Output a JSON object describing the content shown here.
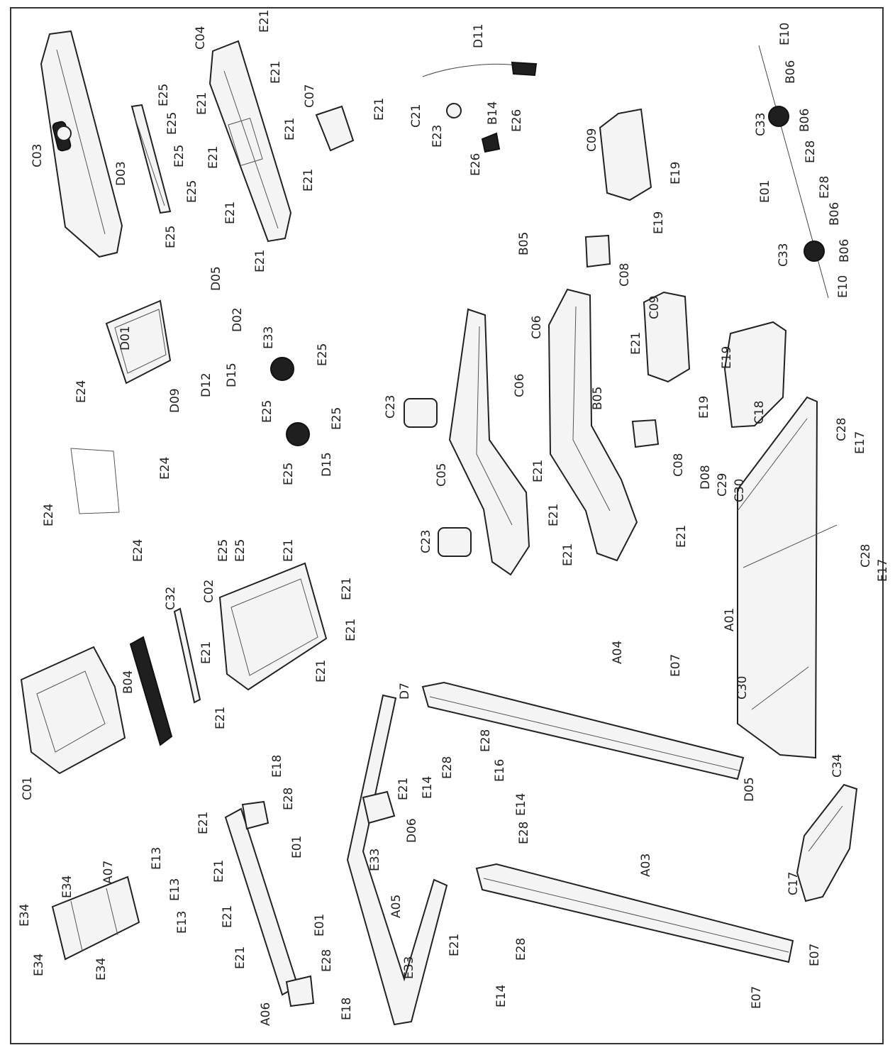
{
  "diagram": {
    "labels": [
      {
        "id": "C03",
        "t": "C03"
      },
      {
        "id": "D03",
        "t": "D03"
      },
      {
        "id": "E25a",
        "t": "E25"
      },
      {
        "id": "E25b",
        "t": "E25"
      },
      {
        "id": "E25c",
        "t": "E25"
      },
      {
        "id": "E25d",
        "t": "E25"
      },
      {
        "id": "E25e",
        "t": "E25"
      },
      {
        "id": "C04",
        "t": "C04"
      },
      {
        "id": "E21a",
        "t": "E21"
      },
      {
        "id": "E21b",
        "t": "E21"
      },
      {
        "id": "E21c",
        "t": "E21"
      },
      {
        "id": "E21d",
        "t": "E21"
      },
      {
        "id": "E21e",
        "t": "E21"
      },
      {
        "id": "E21f",
        "t": "E21"
      },
      {
        "id": "E21g",
        "t": "E21"
      },
      {
        "id": "C07",
        "t": "C07"
      },
      {
        "id": "E21h",
        "t": "E21"
      },
      {
        "id": "D11",
        "t": "D11"
      },
      {
        "id": "C21",
        "t": "C21"
      },
      {
        "id": "B14",
        "t": "B14"
      },
      {
        "id": "E23",
        "t": "E23"
      },
      {
        "id": "E26a",
        "t": "E26"
      },
      {
        "id": "E26b",
        "t": "E26"
      },
      {
        "id": "C09a",
        "t": "C09"
      },
      {
        "id": "E19a",
        "t": "E19"
      },
      {
        "id": "E19b",
        "t": "E19"
      },
      {
        "id": "E10a",
        "t": "E10"
      },
      {
        "id": "B06a",
        "t": "B06"
      },
      {
        "id": "C33a",
        "t": "C33"
      },
      {
        "id": "B06b",
        "t": "B06"
      },
      {
        "id": "E28a",
        "t": "E28"
      },
      {
        "id": "E28b",
        "t": "E28"
      },
      {
        "id": "E01a",
        "t": "E01"
      },
      {
        "id": "B06c",
        "t": "B06"
      },
      {
        "id": "C33b",
        "t": "C33"
      },
      {
        "id": "B06d",
        "t": "B06"
      },
      {
        "id": "E10b",
        "t": "E10"
      },
      {
        "id": "B05a",
        "t": "B05"
      },
      {
        "id": "C08a",
        "t": "C08"
      },
      {
        "id": "D05a",
        "t": "D05"
      },
      {
        "id": "D02",
        "t": "D02"
      },
      {
        "id": "D01",
        "t": "D01"
      },
      {
        "id": "D12",
        "t": "D12"
      },
      {
        "id": "D09",
        "t": "D09"
      },
      {
        "id": "E33a",
        "t": "E33"
      },
      {
        "id": "E25f",
        "t": "E25"
      },
      {
        "id": "D15a",
        "t": "D15"
      },
      {
        "id": "E25g",
        "t": "E25"
      },
      {
        "id": "E25h",
        "t": "E25"
      },
      {
        "id": "E25i",
        "t": "E25"
      },
      {
        "id": "D15b",
        "t": "D15"
      },
      {
        "id": "E24a",
        "t": "E24"
      },
      {
        "id": "E24b",
        "t": "E24"
      },
      {
        "id": "E24c",
        "t": "E24"
      },
      {
        "id": "E24d",
        "t": "E24"
      },
      {
        "id": "C06a",
        "t": "C06"
      },
      {
        "id": "C06b",
        "t": "C06"
      },
      {
        "id": "E21i",
        "t": "E21"
      },
      {
        "id": "C09b",
        "t": "C09"
      },
      {
        "id": "E19c",
        "t": "E19"
      },
      {
        "id": "E19d",
        "t": "E19"
      },
      {
        "id": "C18",
        "t": "C18"
      },
      {
        "id": "B05b",
        "t": "B05"
      },
      {
        "id": "C23a",
        "t": "C23"
      },
      {
        "id": "C05",
        "t": "C05"
      },
      {
        "id": "C23b",
        "t": "C23"
      },
      {
        "id": "E21j",
        "t": "E21"
      },
      {
        "id": "E21k",
        "t": "E21"
      },
      {
        "id": "E21l",
        "t": "E21"
      },
      {
        "id": "E21m",
        "t": "E21"
      },
      {
        "id": "C08b",
        "t": "C08"
      },
      {
        "id": "D08",
        "t": "D08"
      },
      {
        "id": "C29",
        "t": "C29"
      },
      {
        "id": "C30a",
        "t": "C30"
      },
      {
        "id": "C28a",
        "t": "C28"
      },
      {
        "id": "E17a",
        "t": "E17"
      },
      {
        "id": "C28b",
        "t": "C28"
      },
      {
        "id": "E17b",
        "t": "E17"
      },
      {
        "id": "A01",
        "t": "A01"
      },
      {
        "id": "C30b",
        "t": "C30"
      },
      {
        "id": "C01",
        "t": "C01"
      },
      {
        "id": "B04",
        "t": "B04"
      },
      {
        "id": "C32",
        "t": "C32"
      },
      {
        "id": "C02",
        "t": "C02"
      },
      {
        "id": "E25j",
        "t": "E25"
      },
      {
        "id": "E25k",
        "t": "E25"
      },
      {
        "id": "E21n",
        "t": "E21"
      },
      {
        "id": "E21o",
        "t": "E21"
      },
      {
        "id": "E21p",
        "t": "E21"
      },
      {
        "id": "E21q",
        "t": "E21"
      },
      {
        "id": "E21r",
        "t": "E21"
      },
      {
        "id": "E21s",
        "t": "E21"
      },
      {
        "id": "D7",
        "t": "D7"
      },
      {
        "id": "A04",
        "t": "A04"
      },
      {
        "id": "E07a",
        "t": "E07"
      },
      {
        "id": "E28c",
        "t": "E28"
      },
      {
        "id": "E28d",
        "t": "E28"
      },
      {
        "id": "E14a",
        "t": "E14"
      },
      {
        "id": "E16",
        "t": "E16"
      },
      {
        "id": "D05b",
        "t": "D05"
      },
      {
        "id": "C34",
        "t": "C34"
      },
      {
        "id": "E21t",
        "t": "E21"
      },
      {
        "id": "D06",
        "t": "D06"
      },
      {
        "id": "E33b",
        "t": "E33"
      },
      {
        "id": "A05",
        "t": "A05"
      },
      {
        "id": "E33c",
        "t": "E33"
      },
      {
        "id": "E21u",
        "t": "E21"
      },
      {
        "id": "E14b",
        "t": "E14"
      },
      {
        "id": "E28e",
        "t": "E28"
      },
      {
        "id": "A03",
        "t": "A03"
      },
      {
        "id": "C17",
        "t": "C17"
      },
      {
        "id": "E28f",
        "t": "E28"
      },
      {
        "id": "E14c",
        "t": "E14"
      },
      {
        "id": "E07b",
        "t": "E07"
      },
      {
        "id": "E07c",
        "t": "E07"
      },
      {
        "id": "E18a",
        "t": "E18"
      },
      {
        "id": "E28g",
        "t": "E28"
      },
      {
        "id": "E01b",
        "t": "E01"
      },
      {
        "id": "E21v",
        "t": "E21"
      },
      {
        "id": "E21w",
        "t": "E21"
      },
      {
        "id": "E21x",
        "t": "E21"
      },
      {
        "id": "E21y",
        "t": "E21"
      },
      {
        "id": "E01c",
        "t": "E01"
      },
      {
        "id": "E28h",
        "t": "E28"
      },
      {
        "id": "E18b",
        "t": "E18"
      },
      {
        "id": "A06",
        "t": "A06"
      },
      {
        "id": "E13a",
        "t": "E13"
      },
      {
        "id": "E13b",
        "t": "E13"
      },
      {
        "id": "E13c",
        "t": "E13"
      },
      {
        "id": "A07",
        "t": "A07"
      },
      {
        "id": "E34a",
        "t": "E34"
      },
      {
        "id": "E34b",
        "t": "E34"
      },
      {
        "id": "E34c",
        "t": "E34"
      },
      {
        "id": "E34d",
        "t": "E34"
      }
    ]
  }
}
